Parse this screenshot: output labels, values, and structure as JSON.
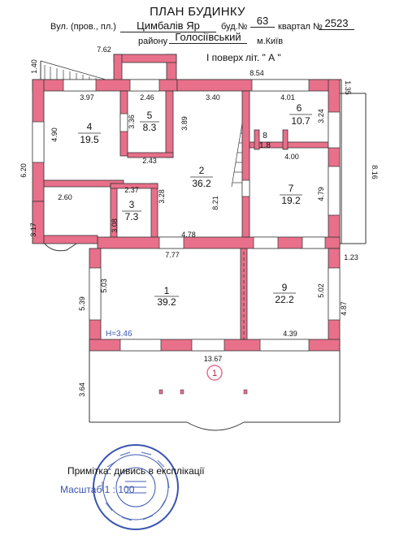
{
  "header": {
    "title": "ПЛАН БУДИНКУ",
    "street_label": "Вул. (пров., пл.)",
    "street_value": "Цимбалів Яр",
    "building_label": "буд.№",
    "building_value": "63",
    "block_label": "квартал №",
    "block_value": "2523",
    "district_label": "району",
    "district_value": "Голосіївський",
    "city": "м.Київ",
    "floor": "І поверх",
    "letter": "літ. \" А \""
  },
  "rooms": [
    {
      "num": "1",
      "area": "39.2"
    },
    {
      "num": "2",
      "area": "36.2"
    },
    {
      "num": "3",
      "area": "7.3"
    },
    {
      "num": "4",
      "area": "19.5"
    },
    {
      "num": "5",
      "area": "8.3"
    },
    {
      "num": "6",
      "area": "10.7"
    },
    {
      "num": "7",
      "area": "19.2"
    },
    {
      "num": "8",
      "area": "1.8"
    },
    {
      "num": "9",
      "area": "22.2"
    }
  ],
  "dimensions": [
    "7.62",
    "8.54",
    "1.40",
    "1.35",
    "3.97",
    "2.46",
    "3.40",
    "4.01",
    "4.90",
    "3.36",
    "3.89",
    "3.24",
    "6.20",
    "2.43",
    "4.00",
    "8.16",
    "2.37",
    "3.28",
    "8.21",
    "4.79",
    "2.60",
    "3.17",
    "3.08",
    "4.78",
    "1.23",
    "7.77",
    "5.03",
    "5.39",
    "5.02",
    "4.87",
    "4.39",
    "13.67",
    "3.64"
  ],
  "height_note": "H=3.46",
  "marker": "1",
  "footer": {
    "note": "Примітка: дивись в експлікації",
    "scale": "Масштаб 1 : 100"
  },
  "colors": {
    "wall": "#e8708a",
    "line": "#333333",
    "stamp": "#3a55b0"
  }
}
